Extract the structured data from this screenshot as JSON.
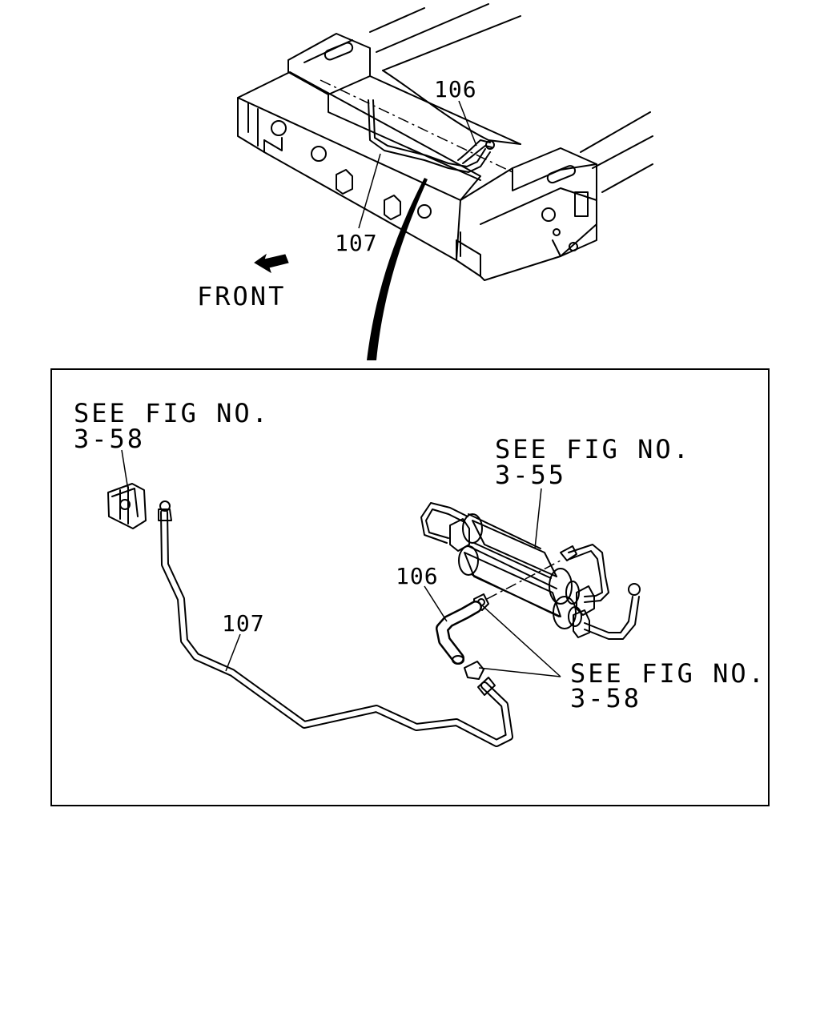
{
  "callouts": {
    "top_106": "106",
    "top_107": "107",
    "detail_106": "106",
    "detail_107": "107"
  },
  "front_label": "FRONT",
  "references": {
    "fig_3_58_top": {
      "line1": "SEE FIG NO.",
      "line2": "3-58"
    },
    "fig_3_55": {
      "line1": "SEE FIG NO.",
      "line2": "3-55"
    },
    "fig_3_58_right": {
      "line1": "SEE FIG NO.",
      "line2": "3-58"
    }
  }
}
